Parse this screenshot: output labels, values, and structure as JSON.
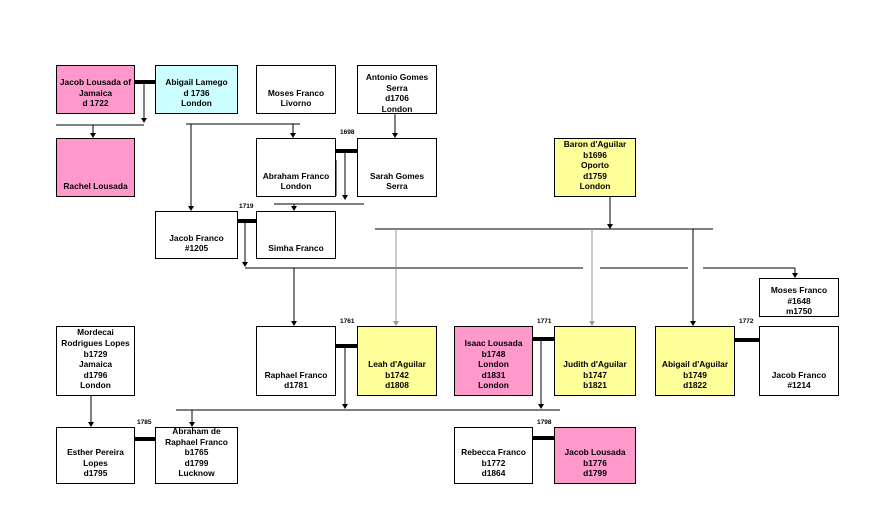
{
  "colors": {
    "pink": "#ff99cc",
    "cyan": "#ccffff",
    "yellow": "#ffff99",
    "white": "#ffffff",
    "line": "#000000",
    "line_light": "#999999"
  },
  "people": {
    "jacob_lousada_jamaica": {
      "lines": [
        "Jacob Lousada of",
        "Jamaica",
        "d 1722"
      ]
    },
    "abigail_lamego": {
      "lines": [
        "Abigail Lamego",
        "d 1736",
        "London"
      ]
    },
    "moses_franco_livorno": {
      "lines": [
        "Moses Franco",
        "Livorno"
      ]
    },
    "antonio_gomes_serra": {
      "lines": [
        "Antonio Gomes",
        "Serra",
        "d1706",
        "London"
      ]
    },
    "rachel_lousada": {
      "lines": [
        "Rachel Lousada"
      ]
    },
    "abraham_franco": {
      "lines": [
        "Abraham Franco",
        "London"
      ]
    },
    "sarah_gomes_serra": {
      "lines": [
        "Sarah Gomes",
        "Serra"
      ]
    },
    "baron_daguilar": {
      "lines": [
        "Baron d'Aguilar",
        "b1696",
        "Oporto",
        "d1759",
        "London"
      ]
    },
    "jacob_franco_1205": {
      "lines": [
        "Jacob Franco",
        "#1205"
      ]
    },
    "simha_franco": {
      "lines": [
        "Simha Franco"
      ]
    },
    "moses_franco_1648": {
      "lines": [
        "Moses Franco",
        "#1648",
        "m1750"
      ]
    },
    "mordecai_rodrigues_lopes": {
      "lines": [
        "Mordecai",
        "Rodrigues Lopes",
        "b1729",
        "Jamaica",
        "d1796",
        "London"
      ]
    },
    "raphael_franco": {
      "lines": [
        "Raphael Franco",
        "d1781"
      ]
    },
    "leah_daguilar": {
      "lines": [
        "Leah d'Aguilar",
        "b1742",
        "d1808"
      ]
    },
    "isaac_lousada": {
      "lines": [
        "Isaac Lousada",
        "b1748",
        "London",
        "d1831",
        "London"
      ]
    },
    "judith_daguilar": {
      "lines": [
        "Judith d'Aguilar",
        "b1747",
        "b1821"
      ]
    },
    "abigail_daguilar": {
      "lines": [
        "Abigail d'Aguilar",
        "b1749",
        "d1822"
      ]
    },
    "jacob_franco_1214": {
      "lines": [
        "Jacob Franco",
        "#1214"
      ]
    },
    "esther_pereira_lopes": {
      "lines": [
        "Esther Pereira",
        "Lopes",
        "d1795"
      ]
    },
    "abraham_de_raphael_franco": {
      "lines": [
        "Abraham de",
        "Raphael Franco",
        "b1765",
        "d1799",
        "Lucknow"
      ]
    },
    "rebecca_franco": {
      "lines": [
        "Rebecca Franco",
        "b1772",
        "d1864"
      ]
    },
    "jacob_lousada_1776": {
      "lines": [
        "Jacob Lousada",
        "b1776",
        "d1799"
      ]
    }
  },
  "marriage_years": {
    "m1698": "1698",
    "m1719": "1719",
    "m1761": "1761",
    "m1771": "1771",
    "m1772": "1772",
    "m1785": "1785",
    "m1798": "1798"
  }
}
